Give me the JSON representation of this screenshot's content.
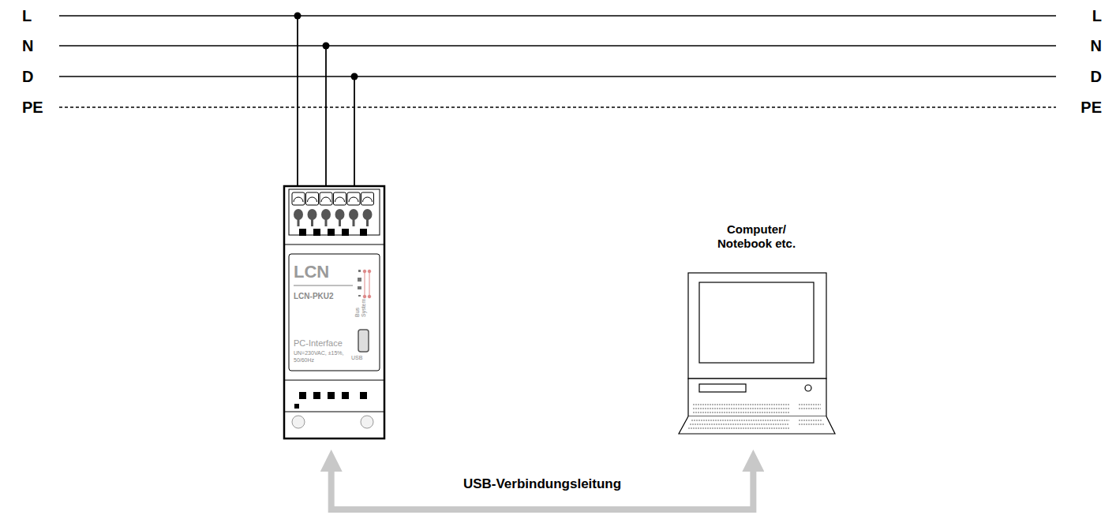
{
  "diagram": {
    "nodes": [
      {
        "text": [
          "LCN",
          "LCN-PKU2",
          "Bus",
          "System",
          "PC-Interface",
          "UN=230VAC, ±15%, 50/60Hz",
          "USB"
        ]
      },
      {
        "text": [
          "Computer/ Notebook etc."
        ]
      }
    ],
    "edges": [
      {
        "from": 0,
        "to": 1,
        "arrow": "both",
        "label": "USB-Verbindungsleitung"
      }
    ],
    "labels": [
      "L",
      "N",
      "D",
      "PE",
      "L",
      "N",
      "D",
      "PE"
    ]
  }
}
